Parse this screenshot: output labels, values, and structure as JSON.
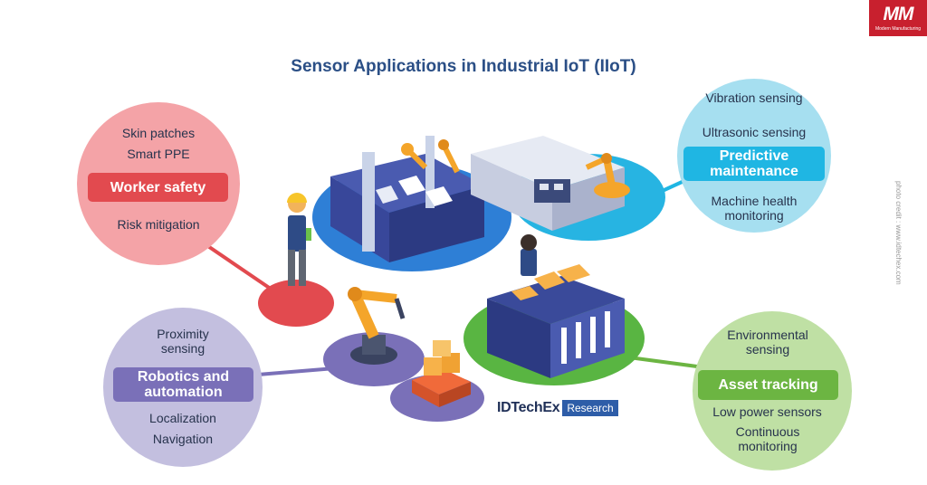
{
  "title": "Sensor Applications in Industrial IoT (IIoT)",
  "brand": {
    "logo_text": "MM",
    "logo_subtext": "Modern Manufacturing",
    "color": "#c8202e"
  },
  "credit": "photo credit : www.idtechex.com",
  "idtechex": {
    "name": "IDTechEx",
    "tag": "Research"
  },
  "worker_safety": {
    "color": "#f4a3a7",
    "accent": "#e24a4f",
    "items_top": [
      "Skin patches",
      "Smart PPE"
    ],
    "label": "Worker safety",
    "items_bottom": [
      "Risk mitigation"
    ]
  },
  "predictive_maintenance": {
    "color": "#a6dff0",
    "accent": "#1fb6e3",
    "items_top": [
      "Vibration sensing",
      "Ultrasonic sensing"
    ],
    "label": "Predictive maintenance",
    "items_bottom": [
      "Machine health monitoring"
    ]
  },
  "robotics": {
    "color": "#c3bfdf",
    "accent": "#7a70b8",
    "items_top": [
      "Proximity sensing"
    ],
    "label": "Robotics and automation",
    "items_bottom": [
      "Localization",
      "Navigation"
    ]
  },
  "asset_tracking": {
    "color": "#bfe0a4",
    "accent": "#6cb542",
    "items_top": [
      "Environmental sensing"
    ],
    "label": "Asset tracking",
    "items_bottom": [
      "Low power sensors",
      "Continuous monitoring"
    ]
  }
}
